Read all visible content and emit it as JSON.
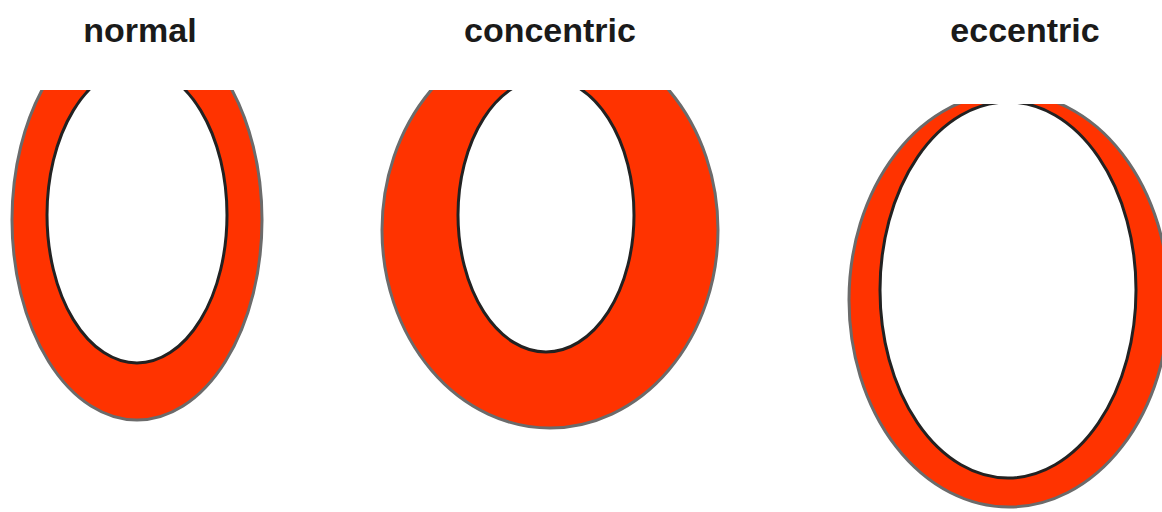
{
  "diagram": {
    "labels": [
      "normal",
      "concentric",
      "eccentric"
    ]
  }
}
